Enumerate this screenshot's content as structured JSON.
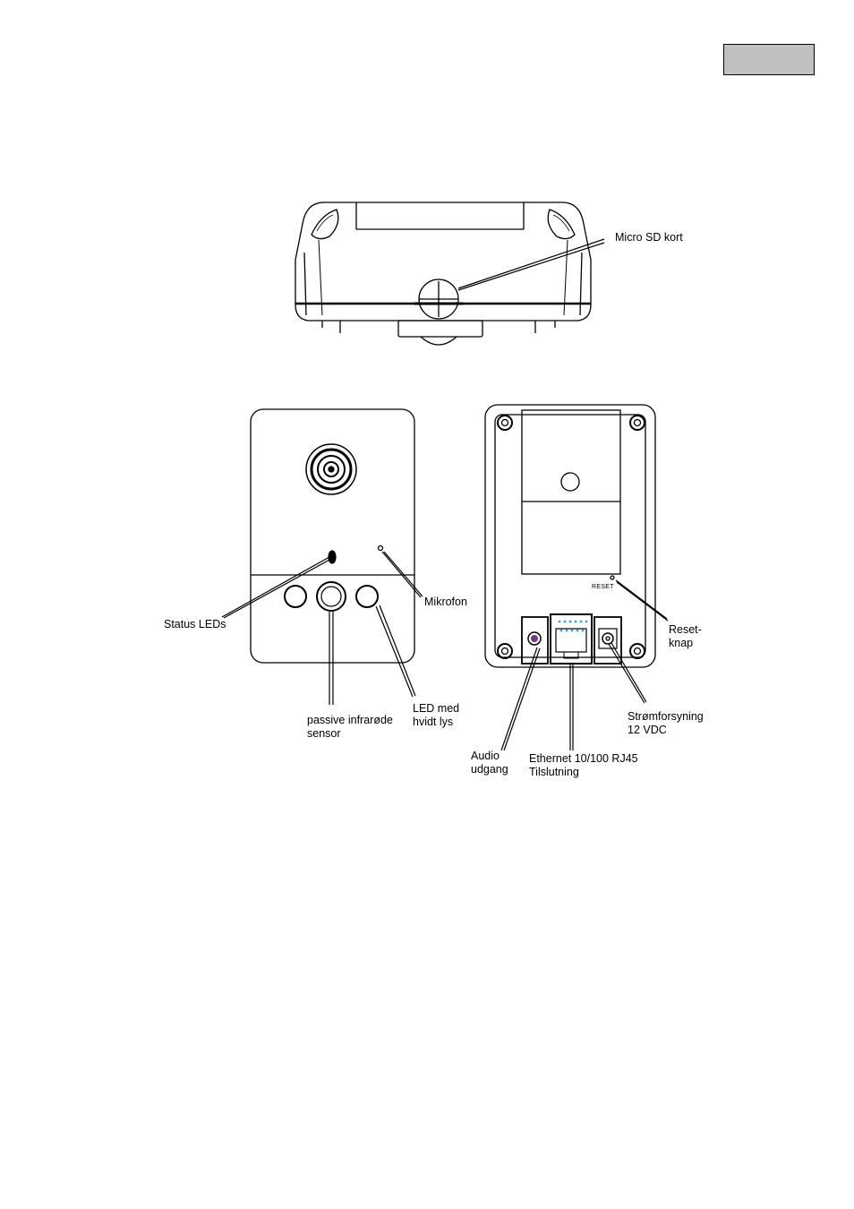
{
  "header": {
    "language_badge": ""
  },
  "labels": {
    "micro_sd": "Micro SD kort",
    "mikrofon": "Mikrofon",
    "status_leds": "Status LEDs",
    "pir_line1": "passive infrarøde",
    "pir_line2": "sensor",
    "led_line1": "LED med",
    "led_line2": "hvidt lys",
    "reset_line1": "Reset-",
    "reset_line2": "knap",
    "power_line1": "Strømforsyning",
    "power_line2": "12 VDC",
    "audio_line1": "Audio",
    "audio_line2": "udgang",
    "ethernet_line1": "Ethernet 10/100 RJ45",
    "ethernet_line2": "Tilslutning",
    "reset_mark": "RESET"
  },
  "colors": {
    "line": "#000000",
    "badge_fill": "#c0c0c0",
    "port_dots": "#3aa0e6",
    "audio_jack": "#6a3d8a"
  }
}
